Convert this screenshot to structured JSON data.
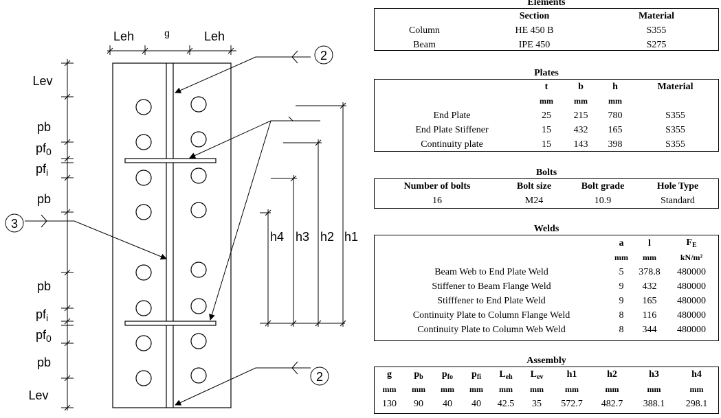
{
  "drawing": {
    "top_labels": {
      "leh_left": "Leh",
      "g": "g",
      "leh_right": "Leh"
    },
    "left_labels": {
      "lev_top": "Lev",
      "pb_1": "pb",
      "pf0_top": "pf",
      "pf0_top_sub": "0",
      "pfi_top": "pf",
      "pfi_top_sub": "i",
      "pb_2": "pb",
      "pb_3": "pb",
      "pfi_bottom": "pf",
      "pfi_bottom_sub": "i",
      "pf0_bottom": "pf",
      "pf0_bottom_sub": "0",
      "pb_4": "pb",
      "lev_bottom": "Lev"
    },
    "height_labels": {
      "h4": "h4",
      "h3": "h3",
      "h2": "h2",
      "h1": "h1"
    },
    "callouts": {
      "weld_top": "2",
      "weld_bottom": "2",
      "weld_web": "3"
    }
  },
  "elements": {
    "title": "Elements",
    "headers": [
      "",
      "Section",
      "Material"
    ],
    "rows": [
      [
        "Column",
        "HE 450 B",
        "S355"
      ],
      [
        "Beam",
        "IPE 450",
        "S275"
      ]
    ]
  },
  "plates": {
    "title": "Plates",
    "headers": [
      "",
      "t",
      "b",
      "h",
      "Material"
    ],
    "units": [
      "",
      "mm",
      "mm",
      "mm",
      ""
    ],
    "rows": [
      [
        "End Plate",
        "25",
        "215",
        "780",
        "S355"
      ],
      [
        "End Plate Stiffener",
        "15",
        "432",
        "165",
        "S355"
      ],
      [
        "Continuity plate",
        "15",
        "143",
        "398",
        "S355"
      ]
    ]
  },
  "bolts": {
    "title": "Bolts",
    "headers": [
      "Number of bolts",
      "Bolt size",
      "Bolt grade",
      "Hole Type"
    ],
    "rows": [
      [
        "16",
        "M24",
        "10.9",
        "Standard"
      ]
    ]
  },
  "welds": {
    "title": "Welds",
    "headers": [
      "",
      "a",
      "l",
      "F",
      "E"
    ],
    "units": [
      "",
      "mm",
      "mm",
      "kN/m²"
    ],
    "rows": [
      [
        "Beam Web to End Plate Weld",
        "5",
        "378.8",
        "480000"
      ],
      [
        "Stiffener to Beam Flange Weld",
        "9",
        "432",
        "480000"
      ],
      [
        "Stifffener to End Plate Weld",
        "9",
        "165",
        "480000"
      ],
      [
        "Continuity Plate to Column Flange Weld",
        "8",
        "116",
        "480000"
      ],
      [
        "Continuity Plate to Column Web Weld",
        "8",
        "344",
        "480000"
      ]
    ]
  },
  "assembly": {
    "title": "Assembly",
    "headers": [
      {
        "main": "g",
        "sub": ""
      },
      {
        "main": "p",
        "sub": "b"
      },
      {
        "main": "p",
        "sub": "fo"
      },
      {
        "main": "p",
        "sub": "fi"
      },
      {
        "main": "L",
        "sub": "eh"
      },
      {
        "main": "L",
        "sub": "ev"
      },
      {
        "main": "h1",
        "sub": ""
      },
      {
        "main": "h2",
        "sub": ""
      },
      {
        "main": "h3",
        "sub": ""
      },
      {
        "main": "h4",
        "sub": ""
      }
    ],
    "units": [
      "mm",
      "mm",
      "mm",
      "mm",
      "mm",
      "mm",
      "mm",
      "mm",
      "mm",
      "mm"
    ],
    "values": [
      "130",
      "90",
      "40",
      "40",
      "42.5",
      "35",
      "572.7",
      "482.7",
      "388.1",
      "298.1"
    ]
  }
}
